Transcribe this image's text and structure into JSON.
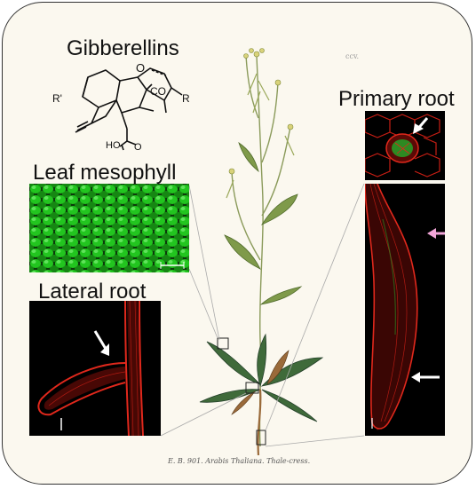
{
  "labels": {
    "gibberellins": "Gibberellins",
    "leaf_mesophyll": "Leaf mesophyll",
    "lateral_root": "Lateral root",
    "primary_root": "Primary root"
  },
  "structure": {
    "r_left": "R'",
    "r_right": "R",
    "o_top": "O",
    "co": "CO",
    "hooc": "HO",
    "carbonyl_o": "O"
  },
  "plate": {
    "caption": "E. B. 901.   Arabis Thaliana.   Thale-cress.",
    "number": "ccv."
  },
  "colors": {
    "frame_background": "#fbf8ef",
    "mesophyll_green": "#22c51f",
    "root_red": "#e0281c",
    "arrow_white": "#ffffff",
    "arrow_pink": "#f2a6d8"
  }
}
